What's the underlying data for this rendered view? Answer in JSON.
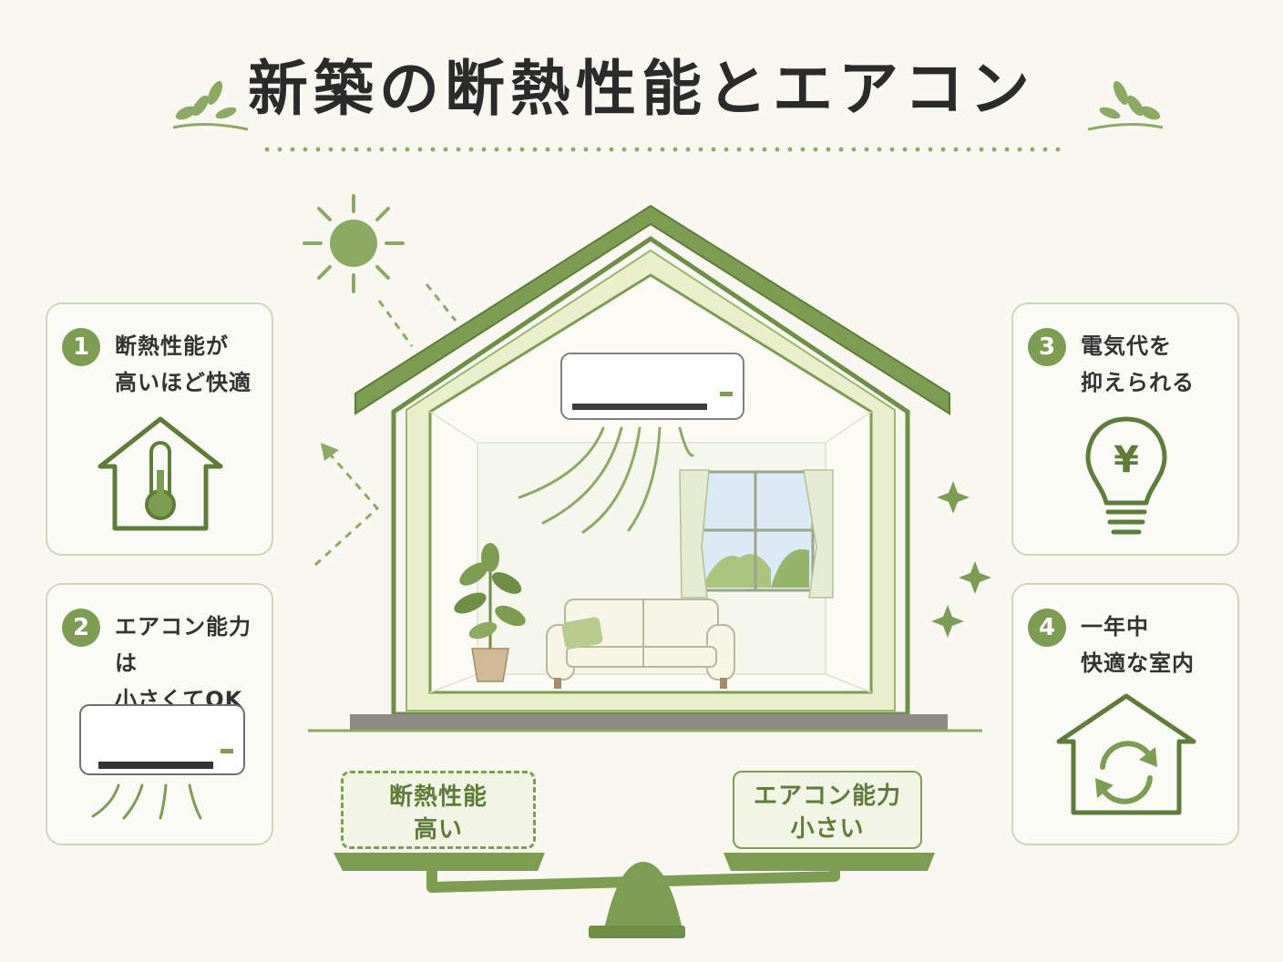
{
  "title": "新築の断熱性能とエアコン",
  "cards": [
    {
      "number": "1",
      "lines": [
        "断熱性能が",
        "高いほど快適"
      ],
      "icon": "house-thermometer-icon"
    },
    {
      "number": "2",
      "lines": [
        "エアコン能力は",
        "小さくてOK"
      ],
      "icon": "air-conditioner-icon"
    },
    {
      "number": "3",
      "lines": [
        "電気代を",
        "抑えられる"
      ],
      "icon": "lightbulb-yen-icon"
    },
    {
      "number": "4",
      "lines": [
        "一年中",
        "快適な室内"
      ],
      "icon": "house-cycle-icon"
    }
  ],
  "balance": {
    "left": {
      "line1": "断熱性能",
      "line2": "高い"
    },
    "right": {
      "line1": "エアコン能力",
      "line2": "小さい"
    }
  },
  "bulb_symbol": "¥",
  "colors": {
    "accent": "#7d9e52",
    "dark_green": "#5e7d39",
    "light_green": "#e9efcb",
    "card_border": "#cbd9b7",
    "background": "#f8f8f1"
  }
}
